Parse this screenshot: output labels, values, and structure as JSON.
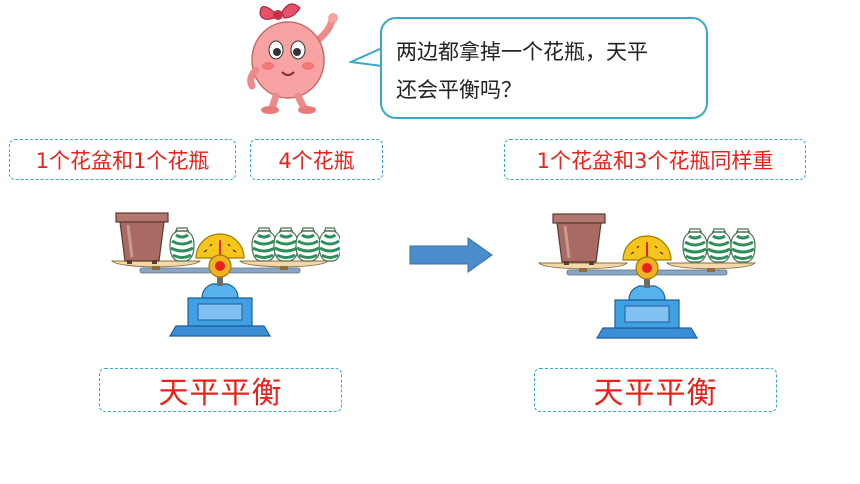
{
  "speech": {
    "line1": "两边都拿掉一个花瓶，天平",
    "line2": "还会平衡吗？"
  },
  "left": {
    "label_left": "1个花盆和1个花瓶",
    "label_right": "4个花瓶",
    "result": "天平平衡"
  },
  "right": {
    "label": "1个花盆和3个花瓶同样重",
    "result": "天平平衡"
  },
  "colors": {
    "text_red": "#e8221b",
    "dash_border": "#3aa9c9",
    "arrow": "#4a8ccc"
  }
}
